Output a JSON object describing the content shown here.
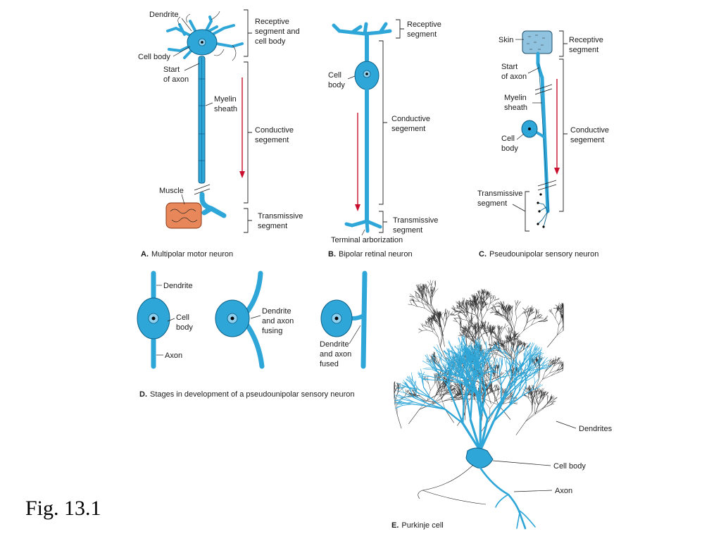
{
  "figure_label": "Fig. 13.1",
  "panels": {
    "a": {
      "letter": "A.",
      "caption": "Multipolar motor neuron",
      "labels": {
        "dendrite": "Dendrite",
        "cell_body": "Cell body",
        "start_axon_1": "Start",
        "start_axon_2": "of axon",
        "myelin_1": "Myelin",
        "myelin_2": "sheath",
        "muscle": "Muscle"
      },
      "segments": {
        "receptive_1": "Receptive",
        "receptive_2": "segment and",
        "receptive_3": "cell body",
        "conductive_1": "Conductive",
        "conductive_2": "segement",
        "transmissive_1": "Transmissive",
        "transmissive_2": "segment"
      }
    },
    "b": {
      "letter": "B.",
      "caption": "Bipolar retinal neuron",
      "labels": {
        "cell_1": "Cell",
        "cell_2": "body",
        "terminal": "Terminal arborization"
      },
      "segments": {
        "receptive_1": "Receptive",
        "receptive_2": "segment",
        "conductive_1": "Conductive",
        "conductive_2": "segement",
        "transmissive_1": "Transmissive",
        "transmissive_2": "segment"
      }
    },
    "c": {
      "letter": "C.",
      "caption": "Pseudounipolar sensory neuron",
      "labels": {
        "skin": "Skin",
        "start_axon_1": "Start",
        "start_axon_2": "of axon",
        "myelin_1": "Myelin",
        "myelin_2": "sheath",
        "cell_1": "Cell",
        "cell_2": "body",
        "transmissive_1": "Transmissive",
        "transmissive_2": "segment"
      },
      "segments": {
        "receptive_1": "Receptive",
        "receptive_2": "segment",
        "conductive_1": "Conductive",
        "conductive_2": "segement"
      }
    },
    "d": {
      "letter": "D.",
      "caption": "Stages in development of a pseudounipolar sensory neuron",
      "labels": {
        "dendrite": "Dendrite",
        "cell_1": "Cell",
        "cell_2": "body",
        "axon": "Axon",
        "fusing_1": "Dendrite",
        "fusing_2": "and axon",
        "fusing_3": "fusing",
        "fused_1": "Dendrite",
        "fused_2": "and axon",
        "fused_3": "fused"
      }
    },
    "e": {
      "letter": "E.",
      "caption": "Purkinje cell",
      "labels": {
        "dendrites": "Dendrites",
        "cell_body": "Cell body",
        "axon": "Axon"
      }
    }
  },
  "colors": {
    "neuron": "#2fa6d8",
    "neuron_outline": "#0c5f86",
    "muscle": "#e8875a",
    "skin": "#8fc3df",
    "arrow": "#c8102e"
  }
}
